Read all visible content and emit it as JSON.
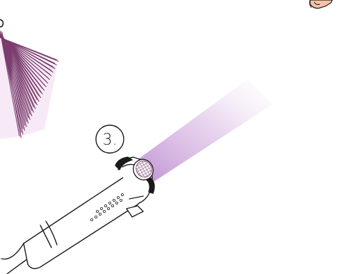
{
  "figure": {
    "step_label": "3.",
    "colors": {
      "line": "#1a1a1a",
      "beam": "#c99bd6",
      "spray": "#7a3d6e",
      "spray_fill": "#f2dff0",
      "nozzle": "#b98ec4",
      "skin": "#f6c2a6",
      "background": "#ffffff"
    },
    "elements": {
      "handle": "cleaning-wand-handle",
      "nozzle": "perforated-nozzle",
      "beam": "light-beam",
      "spray": "spray-burst",
      "hand": "hand-fragment"
    }
  }
}
